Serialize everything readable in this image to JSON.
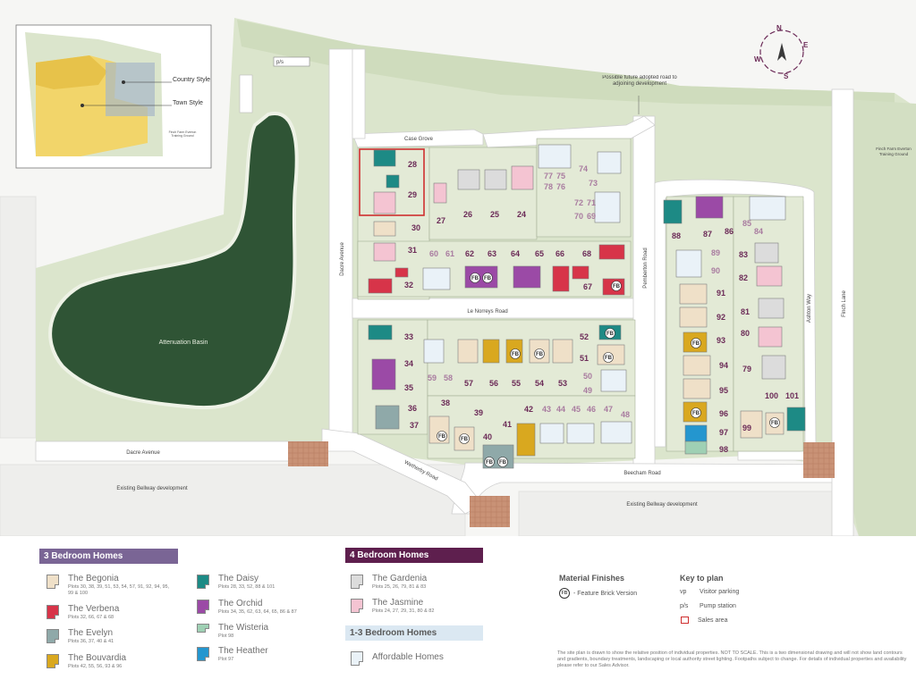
{
  "map": {
    "roads": {
      "case_grove": "Case Grove",
      "le_norreys_road": "Le Norreys Road",
      "dacre_avenue_vertical": "Dacre Avenue",
      "dacre_avenue_horizontal": "Dacre Avenue",
      "pemberton_road": "Pemberton Road",
      "ashton_way": "Ashton Way",
      "finch_lane": "Finch Lane",
      "beecham_road": "Beecham Road",
      "wetherby_road": "Wetherby Road"
    },
    "labels": {
      "attenuation_basin": "Attenuation Basin",
      "future_road": "Possible future adopted road to adjoining development",
      "bellway_left": "Existing Bellway development",
      "bellway_right": "Existing Bellway development",
      "finch_farm": "Finch Farm Everton Training Ground",
      "pump_station": "p/s"
    },
    "compass": {
      "n": "N",
      "e": "E",
      "s": "S",
      "w": "W"
    },
    "inset": {
      "country_style": "Country Style",
      "town_style": "Town Style",
      "finch_farm": "Finch Farm Everton Training Ground"
    },
    "plot_numbers": {
      "p24": "24",
      "p25": "25",
      "p26": "26",
      "p27": "27",
      "p28": "28",
      "p29": "29",
      "p30": "30",
      "p31": "31",
      "p32": "32",
      "p33": "33",
      "p34": "34",
      "p35": "35",
      "p36": "36",
      "p37": "37",
      "p38": "38",
      "p39": "39",
      "p40": "40",
      "p41": "41",
      "p42": "42",
      "p43": "43",
      "p44": "44",
      "p45": "45",
      "p46": "46",
      "p47": "47",
      "p48": "48",
      "p49": "49",
      "p50": "50",
      "p51": "51",
      "p52": "52",
      "p53": "53",
      "p54": "54",
      "p55": "55",
      "p56": "56",
      "p57": "57",
      "p58": "58",
      "p59": "59",
      "p60": "60",
      "p61": "61",
      "p62": "62",
      "p63": "63",
      "p64": "64",
      "p65": "65",
      "p66": "66",
      "p67": "67",
      "p68": "68",
      "p69": "69",
      "p70": "70",
      "p71": "71",
      "p72": "72",
      "p73": "73",
      "p74": "74",
      "p75": "75",
      "p76": "76",
      "p77": "77",
      "p78": "78",
      "p79": "79",
      "p80": "80",
      "p81": "81",
      "p82": "82",
      "p83": "83",
      "p84": "84",
      "p85": "85",
      "p86": "86",
      "p87": "87",
      "p88": "88",
      "p89": "89",
      "p90": "90",
      "p91": "91",
      "p92": "92",
      "p93": "93",
      "p94": "94",
      "p95": "95",
      "p96": "96",
      "p97": "97",
      "p98": "98",
      "p99": "99",
      "p100": "100",
      "p101": "101"
    },
    "fb": "FB"
  },
  "legend": {
    "three_bed": {
      "heading": "3 Bedroom Homes",
      "begonia": {
        "name": "The Begonia",
        "plots": "Plots 30, 38, 39, 51, 53, 54, 57, 91, 92, 94, 95, 99 & 100"
      },
      "verbena": {
        "name": "The Verbena",
        "plots": "Plots 32, 66, 67 & 68"
      },
      "evelyn": {
        "name": "The Evelyn",
        "plots": "Plots 36, 37, 40 & 41"
      },
      "bouvardia": {
        "name": "The Bouvardia",
        "plots": "Plots 42, 55, 56, 93 & 96"
      },
      "daisy": {
        "name": "The Daisy",
        "plots": "Plots 28, 33, 52, 88 & 101"
      },
      "orchid": {
        "name": "The Orchid",
        "plots": "Plots 34, 35, 62, 63, 64, 65, 86 & 87"
      },
      "wisteria": {
        "name": "The Wisteria",
        "plots": "Plot 98"
      },
      "heather": {
        "name": "The Heather",
        "plots": "Plot 97"
      }
    },
    "four_bed": {
      "heading": "4 Bedroom Homes",
      "gardenia": {
        "name": "The Gardenia",
        "plots": "Plots 25, 26, 79, 81 & 83"
      },
      "jasmine": {
        "name": "The Jasmine",
        "plots": "Plots 24, 27, 29, 31, 80 & 82"
      }
    },
    "one_three_bed": {
      "heading": "1-3 Bedroom Homes",
      "affordable": {
        "name": "Affordable Homes"
      }
    },
    "materials": {
      "heading": "Material Finishes",
      "fb_label": "FB",
      "fb_text": "- Feature Brick Version"
    },
    "key": {
      "heading": "Key to plan",
      "vp_code": "vp",
      "vp_text": "Visitor parking",
      "ps_code": "p/s",
      "ps_text": "Pump station",
      "sales_text": "Sales area"
    },
    "disclaimer": "The site plan is drawn to show the relative position of individual properties. NOT TO SCALE. This is a two dimensional drawing and will not show land contours and gradients, boundary treatments, landscaping or local authority street lighting. Footpaths subject to change. For details of individual properties and availability please refer to our Sales Advisor."
  },
  "colors": {
    "begonia": "#efe0c8",
    "verbena": "#d73449",
    "evelyn": "#8fa9a9",
    "bouvardia": "#d9a81f",
    "daisy": "#1d8a85",
    "orchid": "#9b4aa6",
    "wisteria": "#9fd0b4",
    "heather": "#2496cf",
    "gardenia": "#dcdcdc",
    "jasmine": "#f4c4d2",
    "affordable": "#eaf2f8",
    "grass": "#dbe5cc",
    "road": "#ffffff",
    "water": "#2f5435",
    "accent_plum": "#5e1f4e",
    "accent_purple": "#7a6595"
  }
}
